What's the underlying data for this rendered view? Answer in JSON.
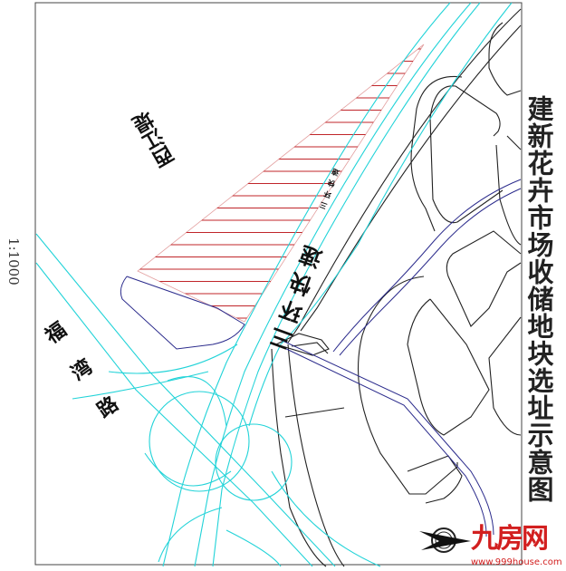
{
  "map": {
    "title": "建新花卉市场收储地块选址示意图",
    "scale": "1:1000",
    "labels": {
      "river_dike": "西江堤",
      "ring_road": "三环快速",
      "ring_road_small": "三环快速",
      "fuwan_road": "福湾路"
    },
    "colors": {
      "road_cyan": "#22d3d8",
      "building_black": "#222222",
      "river_blue": "#2b2b8c",
      "site_hatch_red": "#c0252a"
    },
    "icons": [
      "compass-north-arrow-icon"
    ]
  },
  "watermark": {
    "brand": "九房网",
    "url": "www.999house.com"
  }
}
